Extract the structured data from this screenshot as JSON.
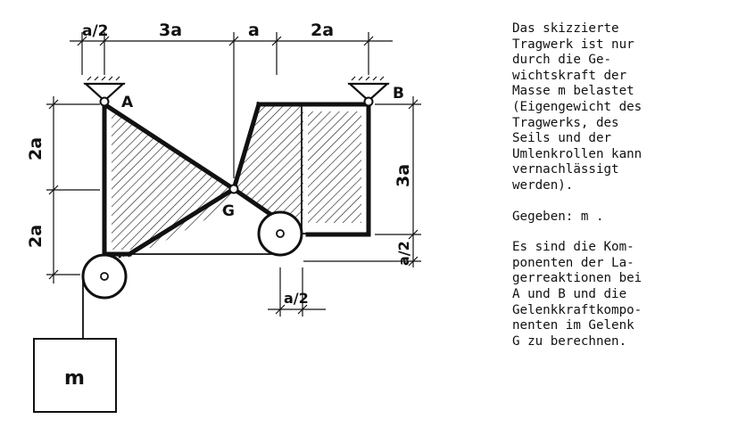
{
  "figure": {
    "dimensions_top": [
      "a/2",
      "3a",
      "a",
      "2a"
    ],
    "dimensions_left": [
      "2a",
      "2a"
    ],
    "dimension_right_height": "3a",
    "dimension_right_offset": "a/2",
    "dimension_bottom_offset": "a/2",
    "labels": {
      "support_a": "A",
      "support_b": "B",
      "hinge_g": "G",
      "mass": "m"
    }
  },
  "text": {
    "description_lines": [
      "Das skizzierte",
      "Tragwerk ist nur",
      "durch die Ge-",
      "wichtskraft der",
      "Masse m belastet",
      "(Eigengewicht des",
      "Tragwerks, des",
      "Seils und der",
      "Umlenkrollen kann",
      "vernachlässigt",
      "werden)."
    ],
    "given": "Gegeben: m .",
    "task_lines": [
      "Es sind die Kom-",
      "ponenten der La-",
      "gerreaktionen bei",
      "A und B und die",
      "Gelenkkraftkompo-",
      "nenten im Gelenk",
      "G zu berechnen."
    ]
  }
}
